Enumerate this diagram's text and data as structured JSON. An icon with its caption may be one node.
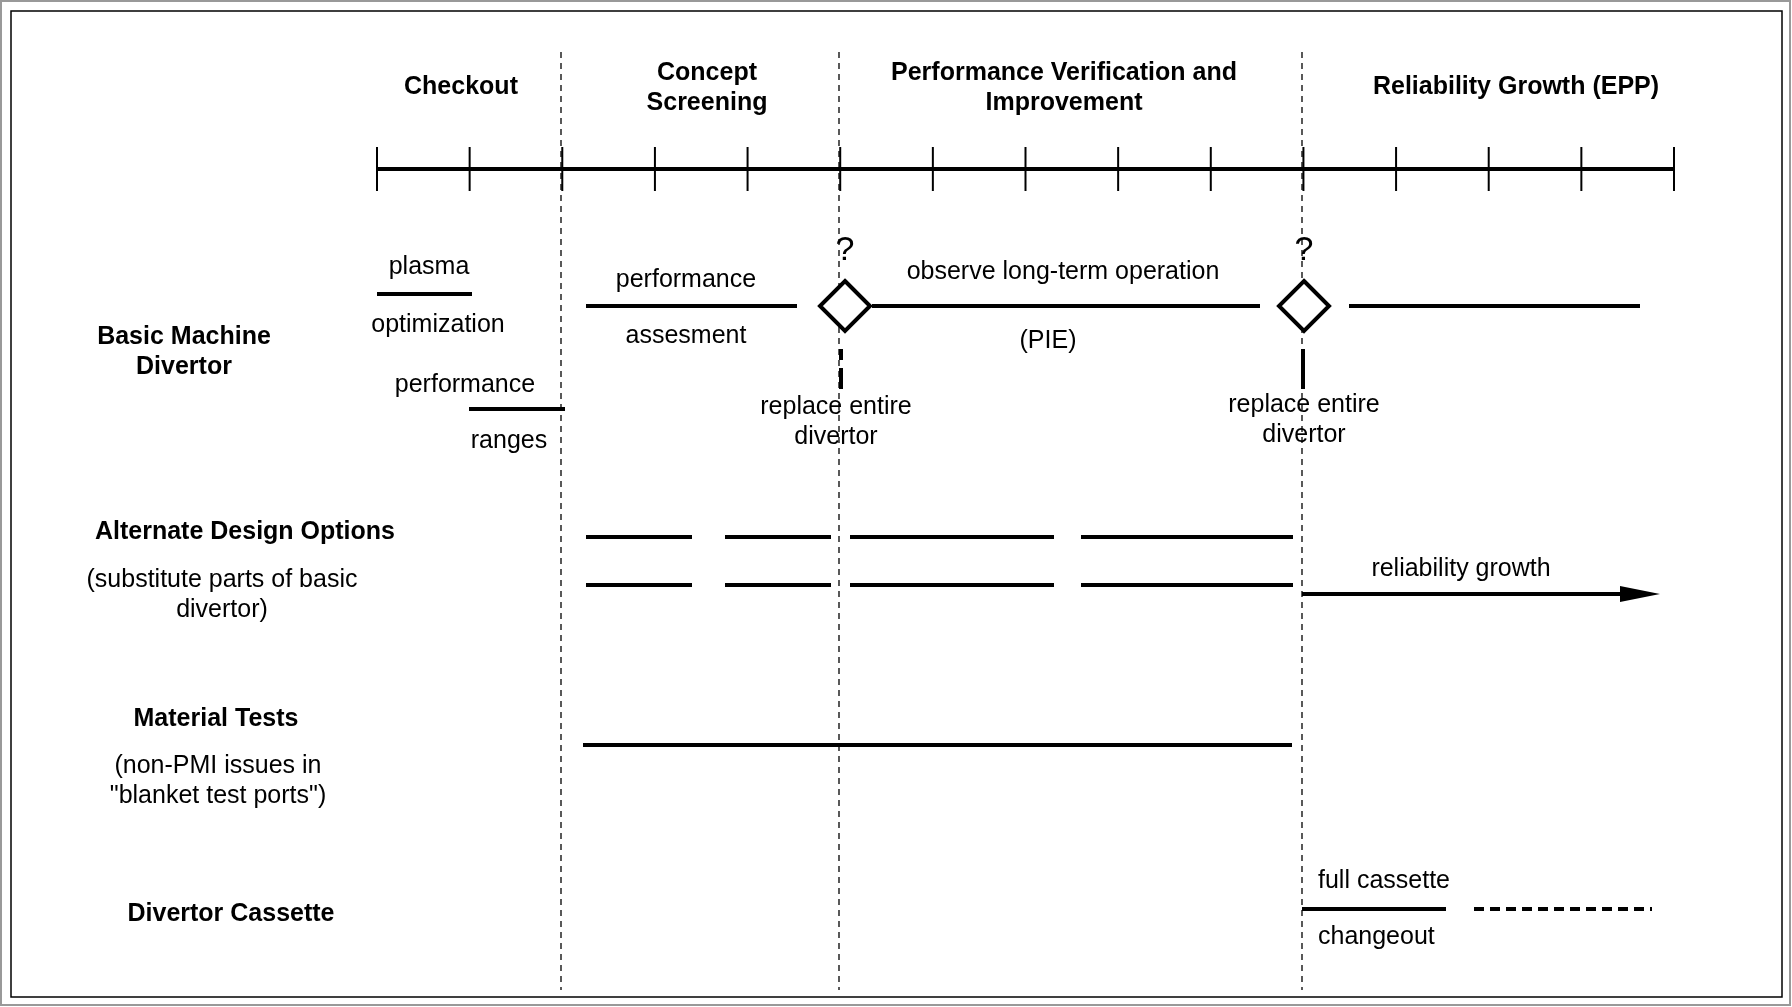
{
  "diagram": {
    "nodes": [
      {
        "text": [
          "?"
        ]
      },
      {
        "text": [
          "?"
        ]
      }
    ],
    "labels": [
      "Checkout",
      "Concept Screening",
      "Performance Verification and Improvement",
      "Reliability Growth (EPP)",
      "plasma",
      "optimization",
      "performance",
      "ranges",
      "performance",
      "assesment",
      "observe long-term operation",
      "(PIE)",
      "Basic Machine Divertor",
      "replace entire divertor",
      "replace entire divertor",
      "Alternate Design Options",
      "(substitute parts of basic divertor)",
      "reliability growth",
      "Material Tests",
      "(non-PMI issues in \"blanket test ports\")",
      "Divertor Cassette",
      "full cassette",
      "changeout"
    ]
  }
}
